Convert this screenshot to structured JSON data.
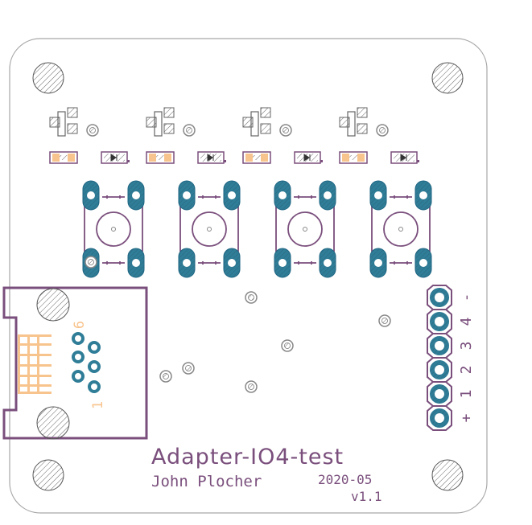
{
  "board": {
    "title": "Adapter-IO4-test",
    "author": "John Plocher",
    "date": "2020-05",
    "version": "v1.1"
  },
  "header": {
    "pin_labels": [
      "-",
      "4",
      "3",
      "2",
      "1",
      "+"
    ]
  },
  "connector": {
    "label_top": "6",
    "label_bottom": "1"
  },
  "colors": {
    "silkscreen": "#7a4f7c",
    "copper_pad": "#2f7d97",
    "copper_ring": "#1f6683",
    "smd_pad": "#f8c48e",
    "hatch": "#555555",
    "outline": "#9a9a9a"
  }
}
